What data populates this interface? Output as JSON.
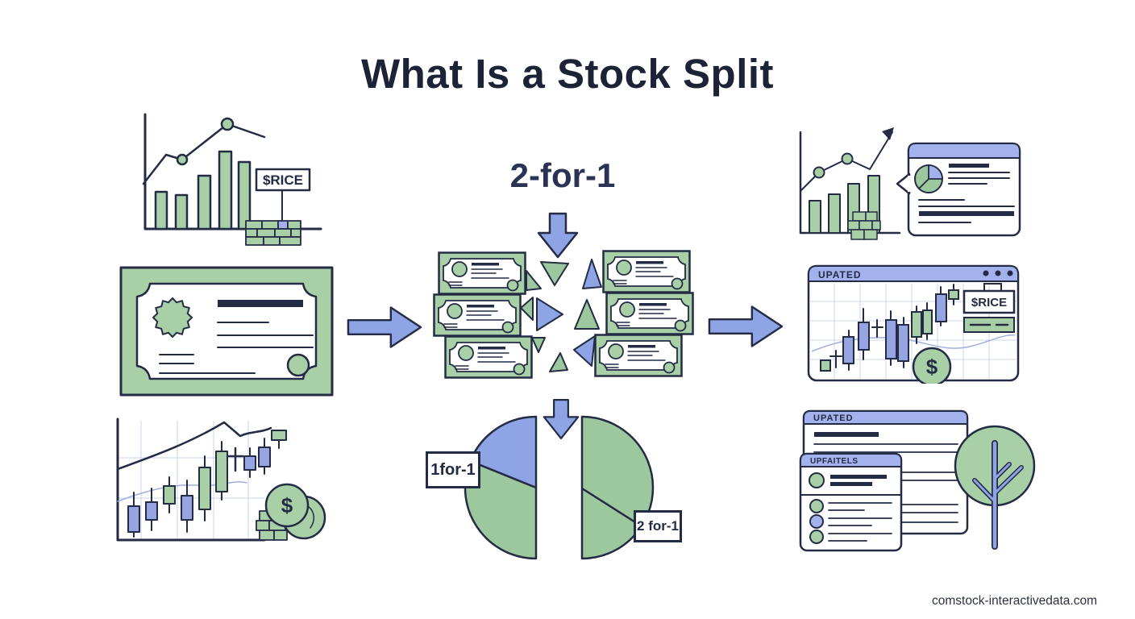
{
  "title": "What Is a Stock Split",
  "ratio_label": "2-for-1",
  "price_tags": {
    "top_left": "$RICE",
    "window": "$RICE"
  },
  "pie_labels": {
    "left": "1for-1",
    "right": "2 for-1"
  },
  "windows": {
    "chart_window_title": "UPATED",
    "back_panel_title": "UPATED",
    "front_panel_title": "UPFAITELS"
  },
  "symbols": {
    "coin_dollar": "$",
    "window_dollar": "$"
  },
  "footer": {
    "watermark": "comstock-interactivedata.com"
  },
  "colors": {
    "navy": "#232b45",
    "green": "#a9cfa6",
    "green_deep": "#9dc79c",
    "blue": "#8ea4e4",
    "blue_light": "#a3b2ec",
    "grid": "#ccd7ec",
    "background": "#ffffff"
  }
}
